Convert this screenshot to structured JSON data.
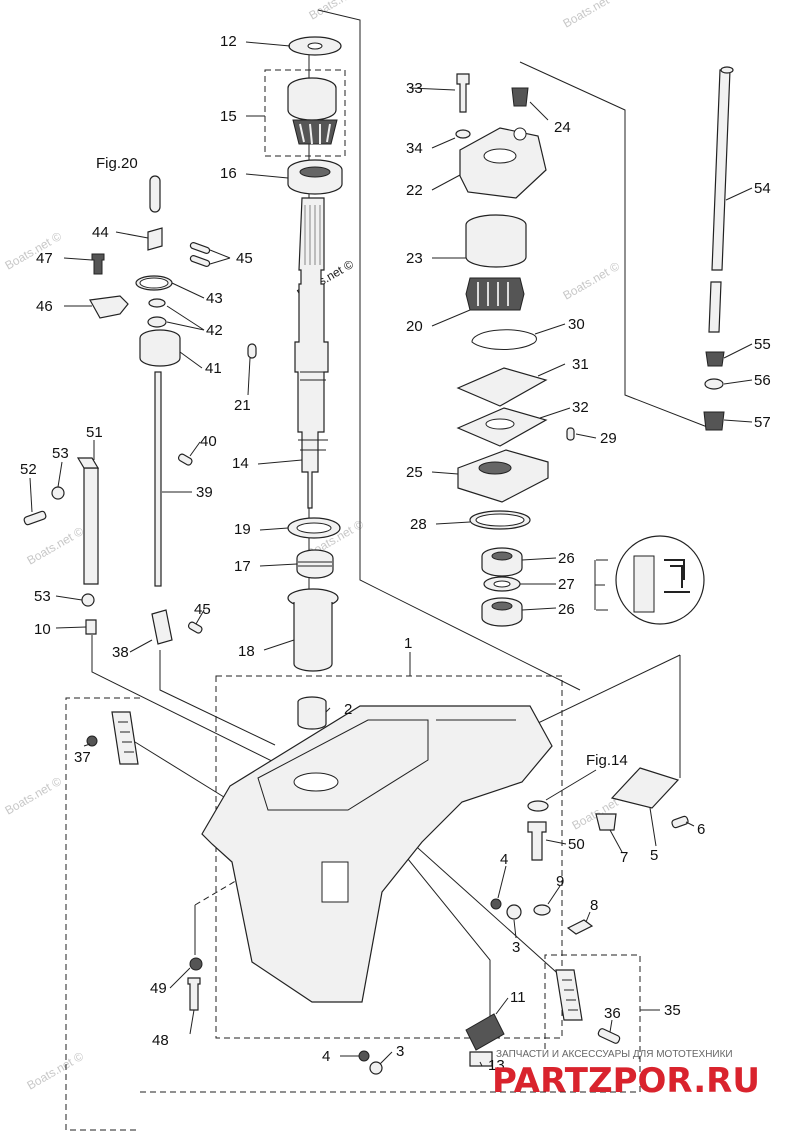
{
  "callouts": [
    {
      "id": "c1",
      "text": "1"
    },
    {
      "id": "c2",
      "text": "2"
    },
    {
      "id": "c3a",
      "text": "3"
    },
    {
      "id": "c3b",
      "text": "3"
    },
    {
      "id": "c4a",
      "text": "4"
    },
    {
      "id": "c4b",
      "text": "4"
    },
    {
      "id": "c5",
      "text": "5"
    },
    {
      "id": "c6",
      "text": "6"
    },
    {
      "id": "c7",
      "text": "7"
    },
    {
      "id": "c8",
      "text": "8"
    },
    {
      "id": "c9",
      "text": "9"
    },
    {
      "id": "c10",
      "text": "10"
    },
    {
      "id": "c11",
      "text": "11"
    },
    {
      "id": "c12",
      "text": "12"
    },
    {
      "id": "c13",
      "text": "13"
    },
    {
      "id": "c14",
      "text": "14"
    },
    {
      "id": "c15",
      "text": "15"
    },
    {
      "id": "c16",
      "text": "16"
    },
    {
      "id": "c17",
      "text": "17"
    },
    {
      "id": "c18",
      "text": "18"
    },
    {
      "id": "c19",
      "text": "19"
    },
    {
      "id": "c20",
      "text": "20"
    },
    {
      "id": "c21",
      "text": "21"
    },
    {
      "id": "c22",
      "text": "22"
    },
    {
      "id": "c23",
      "text": "23"
    },
    {
      "id": "c24",
      "text": "24"
    },
    {
      "id": "c25",
      "text": "25"
    },
    {
      "id": "c26a",
      "text": "26"
    },
    {
      "id": "c26b",
      "text": "26"
    },
    {
      "id": "c27",
      "text": "27"
    },
    {
      "id": "c28",
      "text": "28"
    },
    {
      "id": "c29",
      "text": "29"
    },
    {
      "id": "c30",
      "text": "30"
    },
    {
      "id": "c31",
      "text": "31"
    },
    {
      "id": "c32",
      "text": "32"
    },
    {
      "id": "c33",
      "text": "33"
    },
    {
      "id": "c34",
      "text": "34"
    },
    {
      "id": "c35",
      "text": "35"
    },
    {
      "id": "c36",
      "text": "36"
    },
    {
      "id": "c37",
      "text": "37"
    },
    {
      "id": "c38",
      "text": "38"
    },
    {
      "id": "c39",
      "text": "39"
    },
    {
      "id": "c40",
      "text": "40"
    },
    {
      "id": "c41",
      "text": "41"
    },
    {
      "id": "c42",
      "text": "42"
    },
    {
      "id": "c43",
      "text": "43"
    },
    {
      "id": "c44",
      "text": "44"
    },
    {
      "id": "c45a",
      "text": "45"
    },
    {
      "id": "c45b",
      "text": "45"
    },
    {
      "id": "c46",
      "text": "46"
    },
    {
      "id": "c47",
      "text": "47"
    },
    {
      "id": "c48",
      "text": "48"
    },
    {
      "id": "c49",
      "text": "49"
    },
    {
      "id": "c50",
      "text": "50"
    },
    {
      "id": "c51",
      "text": "51"
    },
    {
      "id": "c52",
      "text": "52"
    },
    {
      "id": "c53a",
      "text": "53"
    },
    {
      "id": "c53b",
      "text": "53"
    },
    {
      "id": "c54",
      "text": "54"
    },
    {
      "id": "c55",
      "text": "55"
    },
    {
      "id": "c56",
      "text": "56"
    },
    {
      "id": "c57",
      "text": "57"
    }
  ],
  "figure_refs": {
    "fig20": "Fig.20",
    "fig14": "Fig.14"
  },
  "watermark": "Boats.net ©",
  "brand": {
    "logo_text": "PARTZPOR.RU",
    "tagline": "ЗАПЧАСТИ И АКСЕССУАРЫ ДЛЯ МОТОТЕХНИКИ",
    "color": "#d9232d"
  }
}
